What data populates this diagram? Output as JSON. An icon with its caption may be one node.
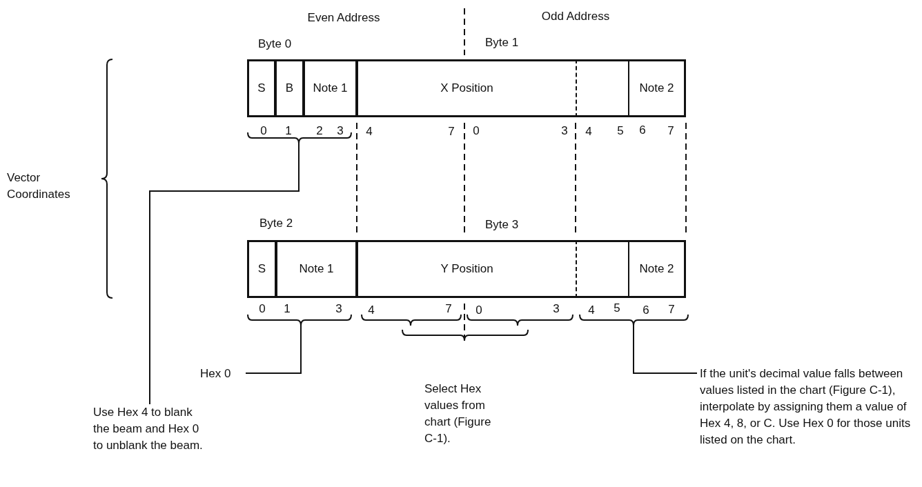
{
  "diagram": {
    "nodes": [
      {
        "text": [
          "S"
        ]
      },
      {
        "text": [
          "B"
        ]
      },
      {
        "text": [
          "Note 1"
        ]
      },
      {
        "text": [
          "X Position"
        ]
      },
      {
        "text": [],
        "shape": "box"
      },
      {
        "text": [
          "Note 2"
        ]
      },
      {
        "text": [
          "S"
        ]
      },
      {
        "text": [
          "Note 1"
        ]
      },
      {
        "text": [
          "Y Position"
        ]
      },
      {
        "text": [],
        "shape": "box"
      },
      {
        "text": [
          "Note 2"
        ]
      },
      {
        "text": [
          "Hex 0"
        ]
      },
      {
        "text": [
          "Use Hex 4 to blank the beam and Hex 0 to unblank the beam."
        ]
      },
      {
        "text": [
          "If the unit's decimal value falls between values listed in the chart (Figure C-1), interpolate by assigning them a value of Hex 4, 8, or C. Use Hex 0 for those units listed on the chart."
        ]
      }
    ],
    "edges": [
      {
        "from": 12,
        "to": null,
        "arrow": "none"
      },
      {
        "from": 11,
        "to": null,
        "arrow": "none"
      },
      {
        "from": 13,
        "to": null,
        "arrow": "none"
      }
    ],
    "labels": [
      "Even Address",
      "Odd Address",
      "Byte 0",
      "Byte 1",
      "0",
      "1",
      "2",
      "3",
      "4",
      "7",
      "0",
      "3",
      "4",
      "5",
      "6",
      "7",
      "Vector Coordinates",
      "Byte 2",
      "Byte 3",
      "0",
      "1",
      "3",
      "4",
      "7",
      "0",
      "3",
      "4",
      "5",
      "6",
      "7",
      "Select Hex values from chart (Figure C-1)."
    ]
  }
}
